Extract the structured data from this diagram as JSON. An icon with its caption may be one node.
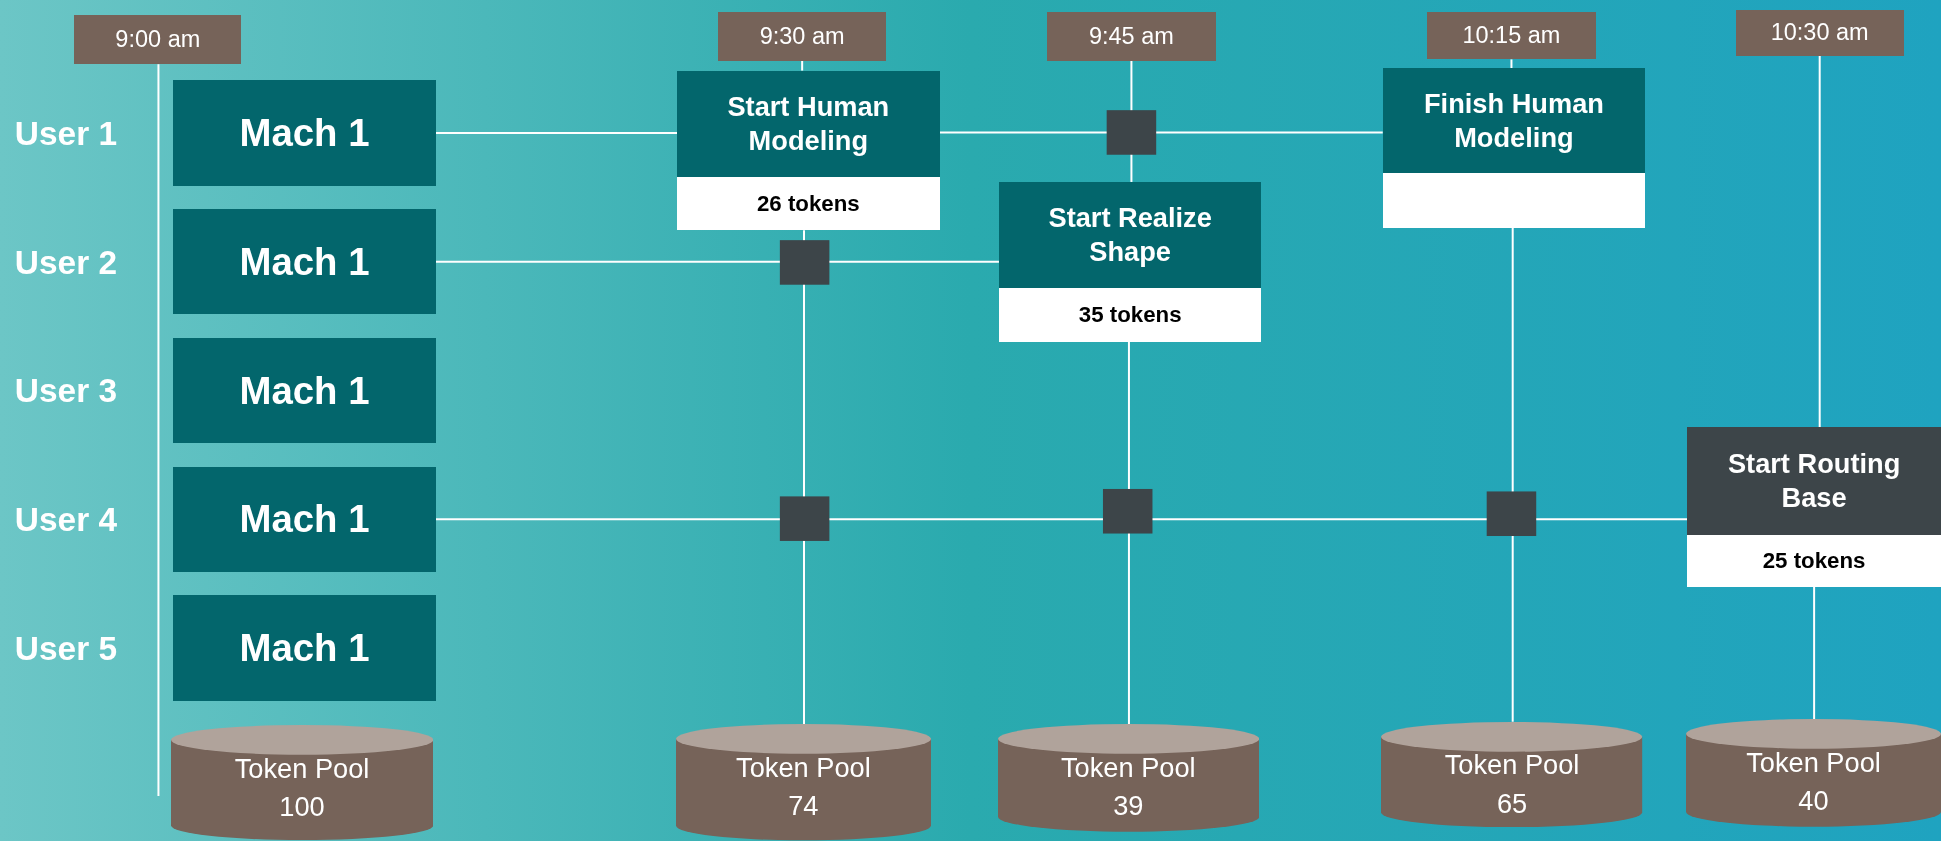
{
  "diagram": {
    "nodes": [
      {
        "text": [
          "9:00 am"
        ]
      },
      {
        "text": [
          "9:30 am"
        ]
      },
      {
        "text": [
          "9:45 am"
        ]
      },
      {
        "text": [
          "10:15 am"
        ]
      },
      {
        "text": [
          "10:30 am"
        ]
      },
      {
        "text": [
          "Mach 1"
        ]
      },
      {
        "text": [
          "Start Human Modeling",
          "26 tokens"
        ]
      },
      {
        "text": [
          "Finish Human Modeling"
        ]
      },
      {
        "text": [
          "Mach 1"
        ]
      },
      {
        "text": [
          "Start Realize Shape",
          "35 tokens"
        ]
      },
      {
        "text": [
          "Mach 1"
        ]
      },
      {
        "text": [
          "Mach 1"
        ]
      },
      {
        "text": [
          "Start Routing Base",
          "25 tokens"
        ]
      },
      {
        "text": [
          "Mach 1"
        ]
      },
      {
        "text": [
          "Token Pool 100"
        ]
      },
      {
        "text": [
          "Token Pool 74"
        ]
      },
      {
        "text": [
          "Token Pool 39"
        ]
      },
      {
        "text": [
          "Token Pool 65"
        ]
      },
      {
        "text": [
          "Token Pool 40"
        ]
      }
    ],
    "edges": [
      {
        "from": 1,
        "to": 6,
        "arrow": "none"
      },
      {
        "from": 6,
        "to": 15,
        "arrow": "none"
      },
      {
        "from": 2,
        "to": 9,
        "arrow": "none"
      },
      {
        "from": 9,
        "to": 16,
        "arrow": "none"
      },
      {
        "from": 3,
        "to": 7,
        "arrow": "none"
      },
      {
        "from": 7,
        "to": 17,
        "arrow": "none"
      },
      {
        "from": 4,
        "to": 12,
        "arrow": "none"
      },
      {
        "from": 12,
        "to": 18,
        "arrow": "none"
      },
      {
        "from": 5,
        "to": 6,
        "arrow": "none"
      },
      {
        "from": 6,
        "to": 7,
        "arrow": "none"
      },
      {
        "from": 8,
        "to": 9,
        "arrow": "none"
      },
      {
        "from": 11,
        "to": 12,
        "arrow": "none"
      }
    ],
    "labels": [
      "User 1",
      "User 2",
      "User 3",
      "User 4",
      "User 5"
    ]
  }
}
